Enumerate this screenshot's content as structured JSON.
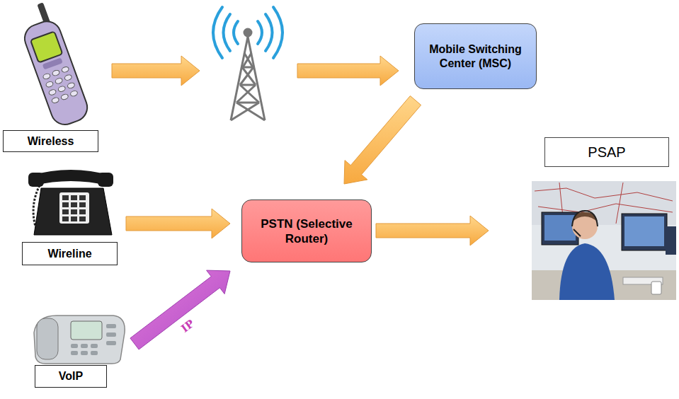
{
  "diagram": {
    "nodes": [
      {
        "text": [
          "Wireless"
        ]
      },
      {
        "text": [
          "Mobile Switching Center (MSC)"
        ]
      },
      {
        "text": [
          "PSAP"
        ]
      },
      {
        "text": [
          "Wireline"
        ]
      },
      {
        "text": [
          "PSTN (Selective Router)"
        ]
      },
      {
        "text": [
          "VoIP"
        ]
      }
    ],
    "edges": [
      {
        "from": 0,
        "to": 1,
        "arrow": "to"
      },
      {
        "from": 1,
        "to": 4,
        "arrow": "to"
      },
      {
        "from": 3,
        "to": 4,
        "arrow": "to"
      },
      {
        "from": 5,
        "to": 4,
        "label": "IP",
        "arrow": "to"
      },
      {
        "from": 4,
        "to": 2,
        "arrow": "to"
      }
    ]
  }
}
